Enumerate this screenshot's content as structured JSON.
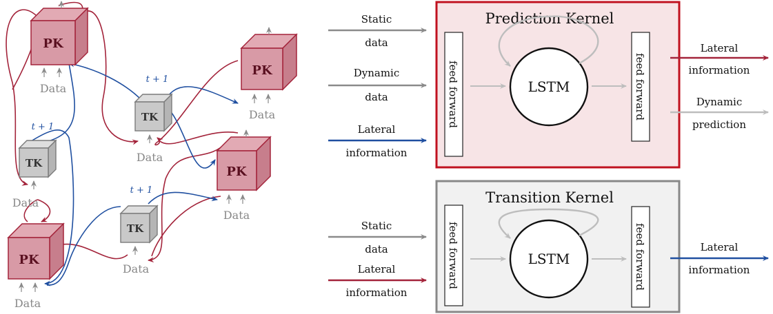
{
  "colors": {
    "pk_fill": "#d89aa6",
    "pk_stroke": "#a3233a",
    "tk_fill": "#c9c9c9",
    "tk_stroke": "#7a7a7a",
    "blue": "#1f4fa0",
    "red": "#a3233a",
    "gray": "#8a8a8a",
    "light_gray": "#bdbdbd",
    "pred_bg": "#f7e4e6",
    "trans_bg": "#f1f1f1"
  },
  "network": {
    "pk_label": "PK",
    "tk_label": "TK",
    "data_label": "Data",
    "time_label": "t + 1"
  },
  "prediction_kernel": {
    "title": "Prediction Kernel",
    "inputs": [
      {
        "line1": "Static",
        "line2": "data"
      },
      {
        "line1": "Dynamic",
        "line2": "data"
      },
      {
        "line1": "Lateral",
        "line2": "information"
      }
    ],
    "ff_left": "feed forward",
    "ff_right": "feed forward",
    "core": "LSTM",
    "outputs": [
      {
        "line1": "Lateral",
        "line2": "information"
      },
      {
        "line1": "Dynamic",
        "line2": "prediction"
      }
    ]
  },
  "transition_kernel": {
    "title": "Transition Kernel",
    "inputs": [
      {
        "line1": "Static",
        "line2": "data"
      },
      {
        "line1": "Lateral",
        "line2": "information"
      }
    ],
    "ff_left": "feed forward",
    "ff_right": "feed forward",
    "core": "LSTM",
    "outputs": [
      {
        "line1": "Lateral",
        "line2": "information"
      }
    ]
  }
}
